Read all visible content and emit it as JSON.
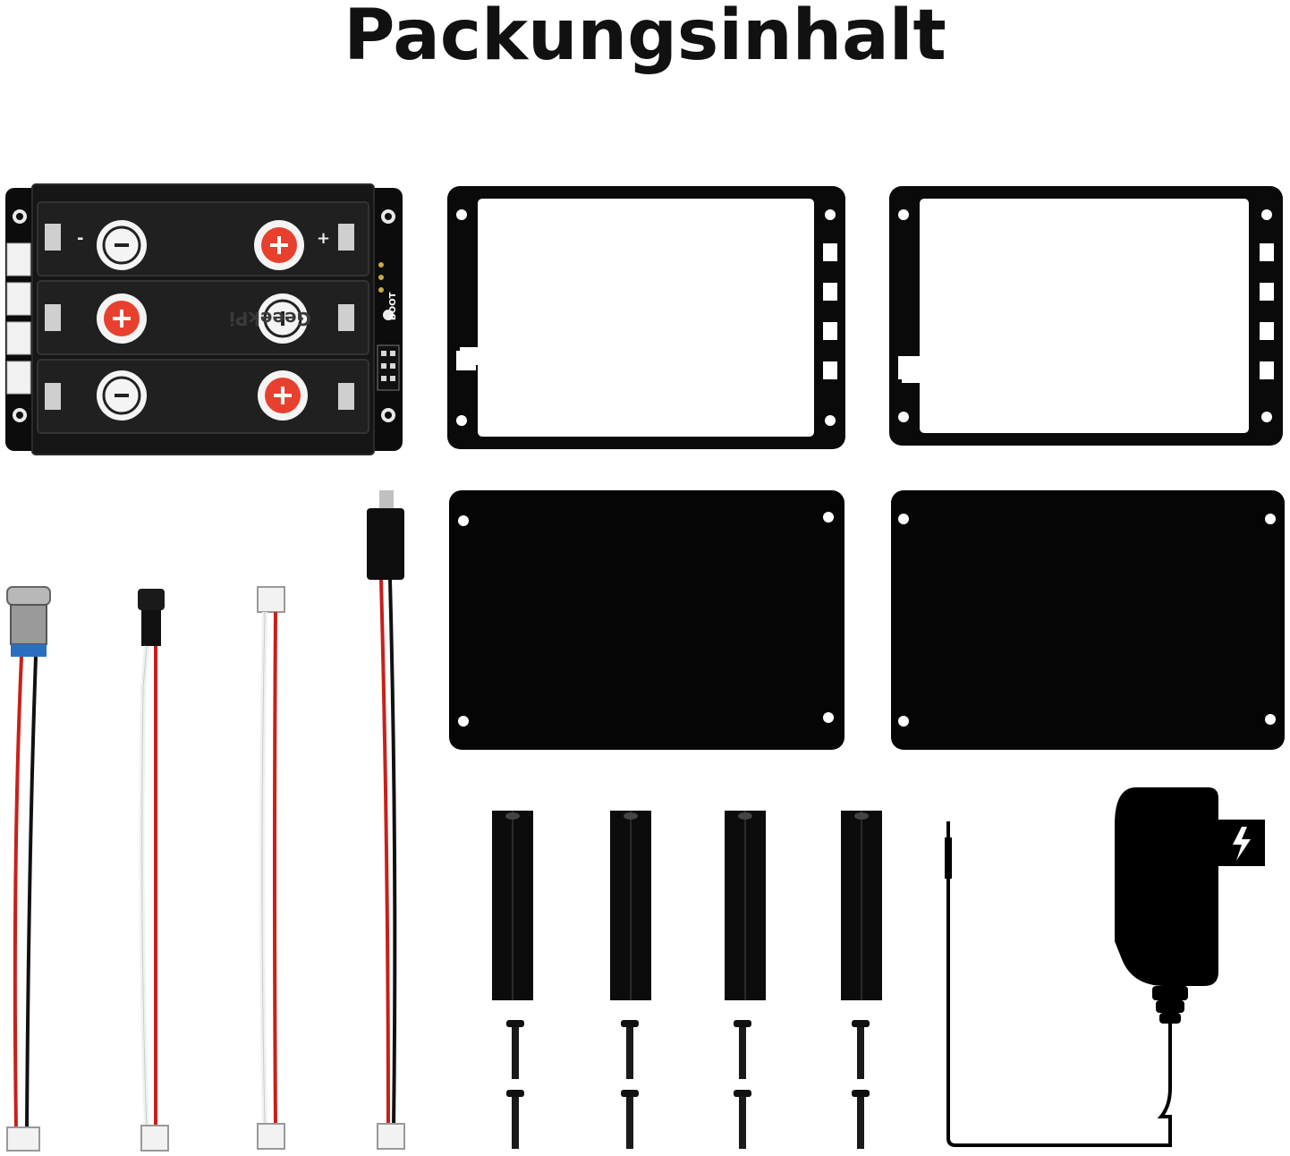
{
  "title": "Packungsinhalt",
  "battery_board": {
    "boot_label": "BOOT",
    "brand_watermark": "GeeekPi",
    "polarity_signs": [
      "-",
      "+"
    ]
  },
  "items": [
    {
      "name": "battery-holder-board",
      "icon": "battery-board-icon"
    },
    {
      "name": "acrylic-frame-left",
      "icon": "frame-icon"
    },
    {
      "name": "acrylic-frame-right",
      "icon": "frame-icon"
    },
    {
      "name": "acrylic-plate-left",
      "icon": "plate-icon"
    },
    {
      "name": "acrylic-plate-right",
      "icon": "plate-icon"
    },
    {
      "name": "metal-push-button-cable",
      "icon": "switch-cable-icon"
    },
    {
      "name": "dc-jack-cable",
      "icon": "dc-cable-icon"
    },
    {
      "name": "connector-cable",
      "icon": "connector-cable-icon"
    },
    {
      "name": "micro-usb-cable",
      "icon": "usb-cable-icon"
    },
    {
      "name": "standoffs",
      "icon": "standoff-icon",
      "count": 4
    },
    {
      "name": "screws",
      "icon": "screw-icon",
      "count": 8
    },
    {
      "name": "power-adapter",
      "icon": "power-adapter-icon"
    }
  ],
  "colors": {
    "title": "#111111",
    "parts": "#0a0a0a",
    "accent_red": "#e8402e",
    "wire_red": "#c8201a",
    "wire_white": "#f0f0f0"
  }
}
